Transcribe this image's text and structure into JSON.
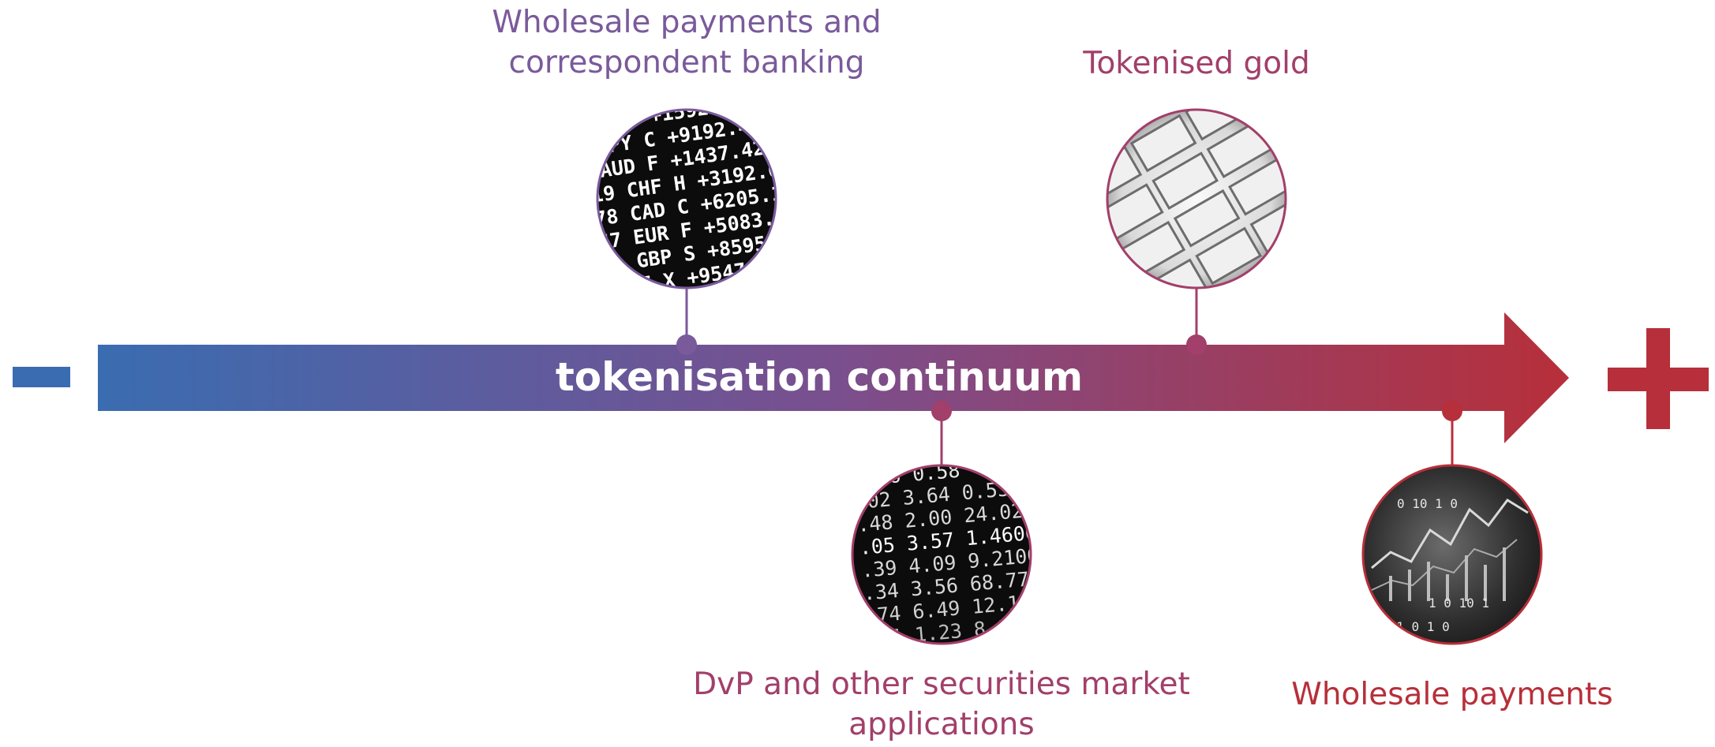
{
  "diagram": {
    "arrow_label": "tokenisation continuum",
    "minus_symbol": "−",
    "plus_symbol": "+",
    "colors": {
      "arrow_start": "#3a6cb1",
      "arrow_mid": "#7a4f8e",
      "arrow_end": "#b72f3a",
      "minus": "#3a6cb1",
      "plus": "#b72f3a",
      "label_purple": "#7a5a9b",
      "label_magenta": "#a23f6a",
      "label_red": "#b72f3a"
    },
    "milestones": [
      {
        "label": "Wholesale payments and\ncorrespondent banking",
        "image": "currency-ticker-board",
        "position": "above"
      },
      {
        "label": "DvP and other securities market\napplications",
        "image": "stock-quotes-board",
        "position": "below"
      },
      {
        "label": "Tokenised gold",
        "image": "gold-bars",
        "position": "above"
      },
      {
        "label": "Wholesale payments",
        "image": "digital-data-chart",
        "position": "below"
      }
    ]
  }
}
